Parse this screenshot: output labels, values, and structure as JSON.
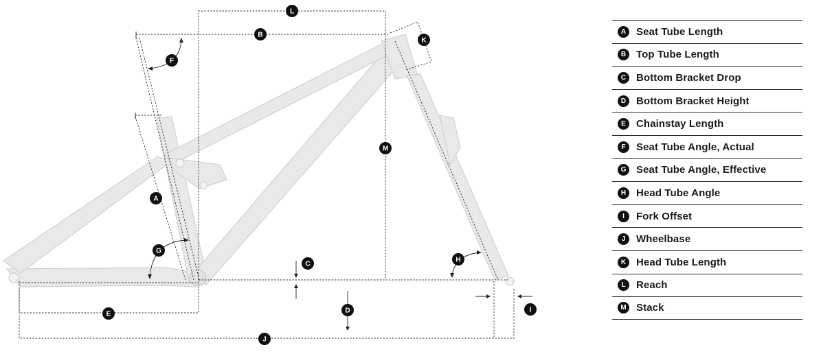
{
  "markers": {
    "A": "A",
    "B": "B",
    "C": "C",
    "D": "D",
    "E": "E",
    "F": "F",
    "G": "G",
    "H": "H",
    "I": "I",
    "J": "J",
    "K": "K",
    "L": "L",
    "M": "M"
  },
  "legend": [
    {
      "letter": "A",
      "label": "Seat Tube Length"
    },
    {
      "letter": "B",
      "label": "Top Tube Length"
    },
    {
      "letter": "C",
      "label": "Bottom Bracket Drop"
    },
    {
      "letter": "D",
      "label": "Bottom Bracket Height"
    },
    {
      "letter": "E",
      "label": "Chainstay Length"
    },
    {
      "letter": "F",
      "label": "Seat Tube Angle, Actual"
    },
    {
      "letter": "G",
      "label": "Seat Tube Angle, Effective"
    },
    {
      "letter": "H",
      "label": "Head Tube Angle"
    },
    {
      "letter": "I",
      "label": "Fork Offset"
    },
    {
      "letter": "J",
      "label": "Wheelbase"
    },
    {
      "letter": "K",
      "label": "Head Tube Length"
    },
    {
      "letter": "L",
      "label": "Reach"
    },
    {
      "letter": "M",
      "label": "Stack"
    }
  ],
  "colors": {
    "frame": "#e9e9e9",
    "frame_outline": "#d0d0d0",
    "marker": "#111111",
    "line": "#222222"
  }
}
